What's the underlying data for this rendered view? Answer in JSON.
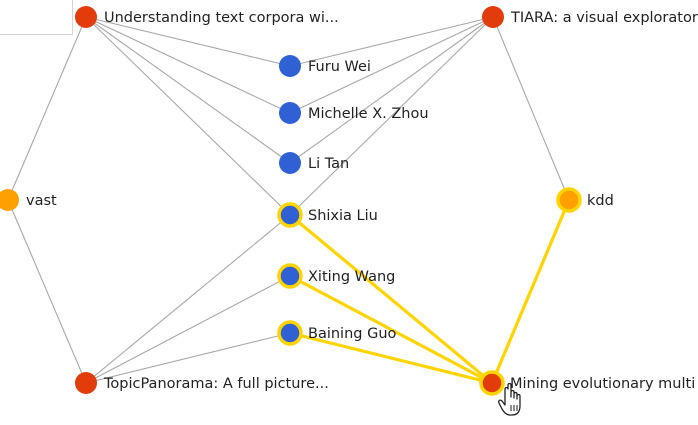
{
  "graph": {
    "colors": {
      "paper": "#e23c0a",
      "author": "#2f61d5",
      "venue": "#ff9f00",
      "highlight": "#ffd400",
      "edge": "#a8a8a8"
    },
    "nodes": [
      {
        "id": "p1",
        "type": "paper",
        "label": "Understanding text corpora wi..."
      },
      {
        "id": "p2",
        "type": "paper",
        "label": "TIARA: a visual exploratory"
      },
      {
        "id": "p3",
        "type": "paper",
        "label": "TopicPanorama: A full picture..."
      },
      {
        "id": "p4",
        "type": "paper",
        "label": "Mining evolutionary multi",
        "highlight": true
      },
      {
        "id": "v1",
        "type": "venue",
        "label": "vast"
      },
      {
        "id": "v2",
        "type": "venue",
        "label": "kdd",
        "highlight": true
      },
      {
        "id": "a1",
        "type": "author",
        "label": "Furu Wei"
      },
      {
        "id": "a2",
        "type": "author",
        "label": "Michelle X. Zhou"
      },
      {
        "id": "a3",
        "type": "author",
        "label": "Li Tan"
      },
      {
        "id": "a4",
        "type": "author",
        "label": "Shixia Liu",
        "highlight": true
      },
      {
        "id": "a5",
        "type": "author",
        "label": "Xiting Wang",
        "highlight": true
      },
      {
        "id": "a6",
        "type": "author",
        "label": "Baining Guo",
        "highlight": true
      }
    ],
    "edges": [
      {
        "from": "p1",
        "to": "v1"
      },
      {
        "from": "p3",
        "to": "v1"
      },
      {
        "from": "p2",
        "to": "v2"
      },
      {
        "from": "p1",
        "to": "a1"
      },
      {
        "from": "p1",
        "to": "a2"
      },
      {
        "from": "p1",
        "to": "a3"
      },
      {
        "from": "p1",
        "to": "a4"
      },
      {
        "from": "p2",
        "to": "a1"
      },
      {
        "from": "p2",
        "to": "a2"
      },
      {
        "from": "p2",
        "to": "a3"
      },
      {
        "from": "p2",
        "to": "a4"
      },
      {
        "from": "p3",
        "to": "a4"
      },
      {
        "from": "p3",
        "to": "a5"
      },
      {
        "from": "p3",
        "to": "a6"
      },
      {
        "from": "p4",
        "to": "a4",
        "highlight": true
      },
      {
        "from": "p4",
        "to": "a5",
        "highlight": true
      },
      {
        "from": "p4",
        "to": "a6",
        "highlight": true
      },
      {
        "from": "p4",
        "to": "v2",
        "highlight": true
      }
    ],
    "cursor_icon": "hand-pointer-icon"
  }
}
